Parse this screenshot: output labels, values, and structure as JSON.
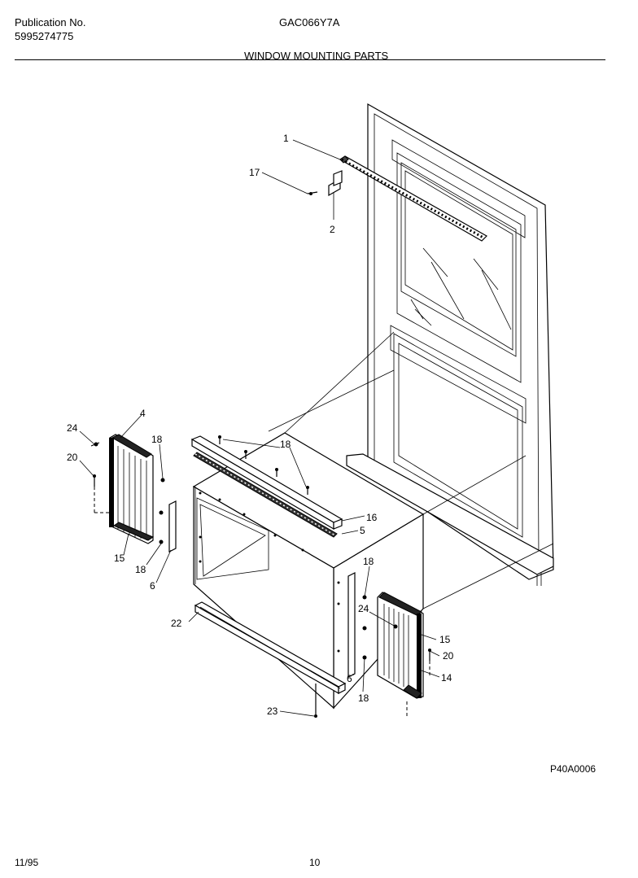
{
  "header": {
    "publication_label": "Publication No.",
    "publication_number": "5995274775",
    "model": "GAC066Y7A",
    "section_title": "WINDOW MOUNTING PARTS"
  },
  "callouts": {
    "c1": "1",
    "c17": "17",
    "c2": "2",
    "c24a": "24",
    "c4": "4",
    "c20a": "20",
    "c18a": "18",
    "c15a": "15",
    "c18b": "18",
    "c6a": "6",
    "c18c": "18",
    "c16": "16",
    "c5": "5",
    "c18d": "18",
    "c24b": "24",
    "c15b": "15",
    "c20b": "20",
    "c14": "14",
    "c6b": "6",
    "c18e": "18",
    "c22": "22",
    "c23": "23"
  },
  "footer": {
    "figure_code": "P40A0006",
    "date": "11/95",
    "page": "10"
  }
}
